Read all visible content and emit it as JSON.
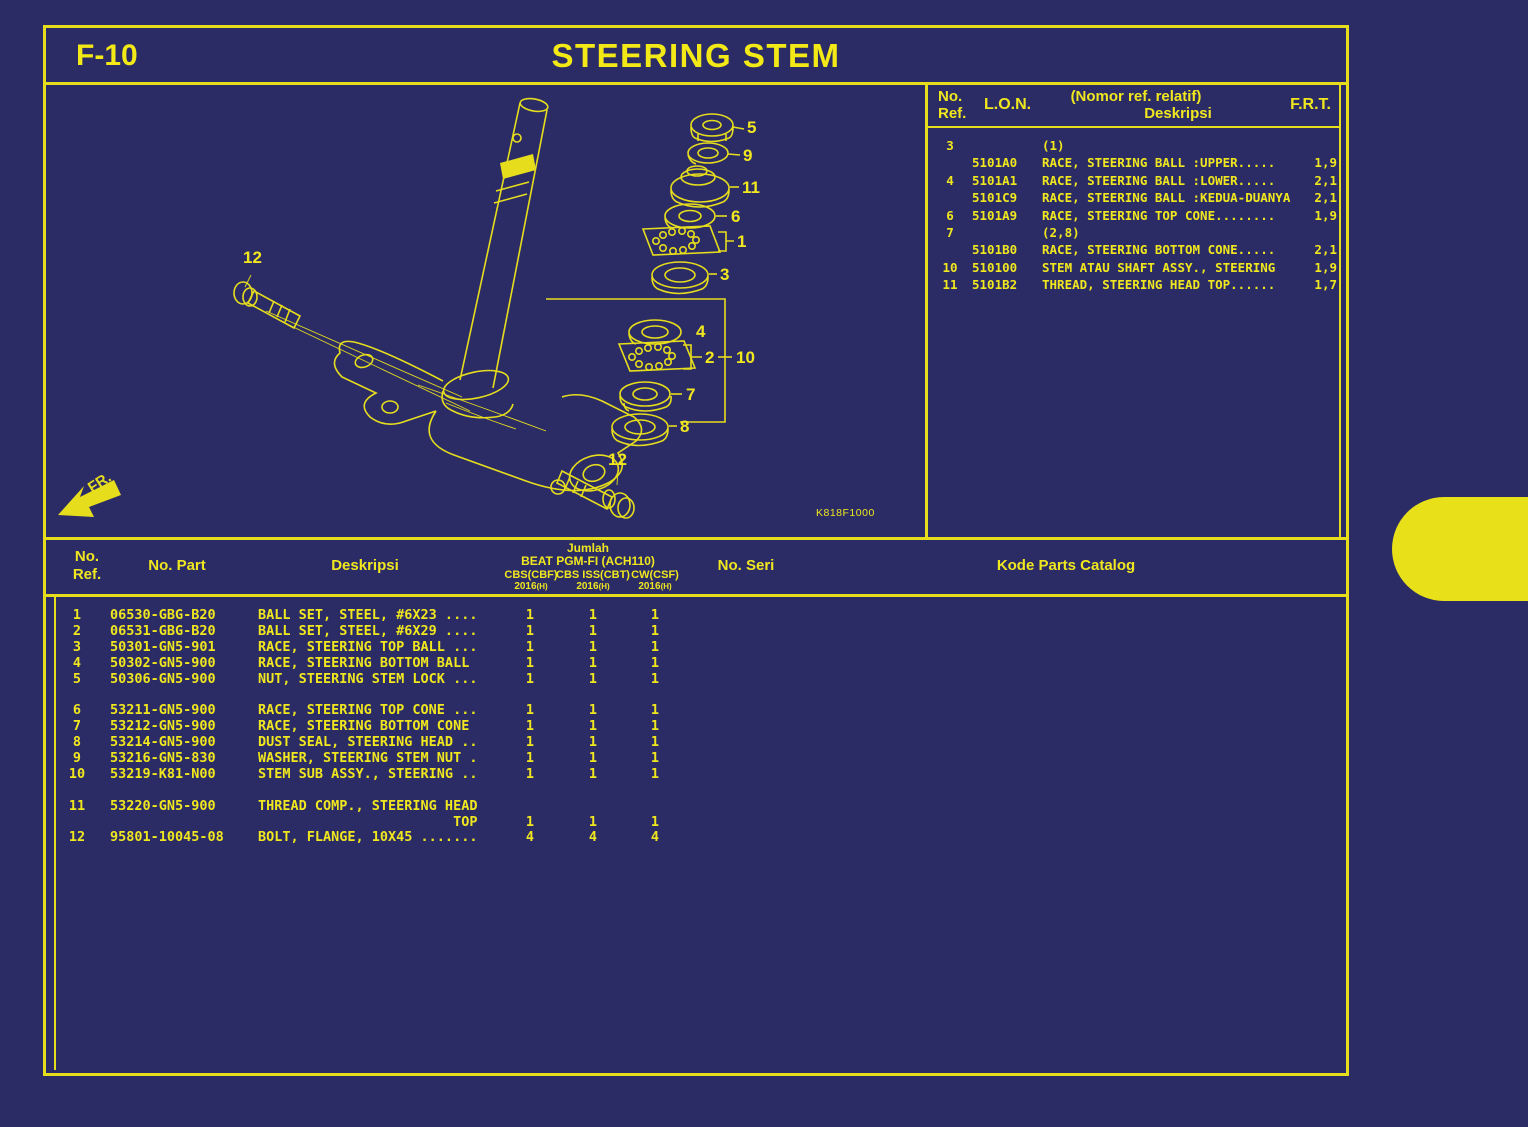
{
  "colors": {
    "background": "#2b2c66",
    "accent_yellow": "#e6dd1d",
    "text_yellow": "#f0e71f"
  },
  "header": {
    "page_code": "F-10",
    "title": "STEERING STEM"
  },
  "ref_table": {
    "headers": {
      "no_line1": "No.",
      "no_line2": "Ref.",
      "lon": "L.O.N.",
      "nomor": "(Nomor ref. relatif)",
      "deskripsi": "Deskripsi",
      "frt": "F.R.T."
    },
    "rows": [
      {
        "ref": "3",
        "lon": "",
        "desc": "(1)",
        "frt": ""
      },
      {
        "ref": "",
        "lon": "5101A0",
        "desc": "RACE, STEERING BALL :UPPER.....",
        "frt": "1,9"
      },
      {
        "ref": "4",
        "lon": "5101A1",
        "desc": "RACE, STEERING BALL :LOWER.....",
        "frt": "2,1"
      },
      {
        "ref": "",
        "lon": "5101C9",
        "desc": "RACE, STEERING BALL :KEDUA-DUANYA",
        "frt": "2,1"
      },
      {
        "ref": "6",
        "lon": "5101A9",
        "desc": "RACE, STEERING TOP CONE........",
        "frt": "1,9"
      },
      {
        "ref": "7",
        "lon": "",
        "desc": "(2,8)",
        "frt": ""
      },
      {
        "ref": "",
        "lon": "5101B0",
        "desc": "RACE, STEERING BOTTOM CONE.....",
        "frt": "2,1"
      },
      {
        "ref": "10",
        "lon": "510100",
        "desc": "STEM ATAU SHAFT ASSY., STEERING",
        "frt": "1,9"
      },
      {
        "ref": "11",
        "lon": "5101B2",
        "desc": "THREAD, STEERING HEAD TOP......",
        "frt": "1,7"
      }
    ]
  },
  "diagram": {
    "drawing_code": "K818F1000",
    "fr_label": "FR.",
    "callouts": {
      "c5": "5",
      "c9": "9",
      "c11": "11",
      "c6": "6",
      "c1": "1",
      "c3": "3",
      "c4": "4",
      "c2": "2",
      "c10": "10",
      "c7": "7",
      "c8": "8",
      "c12a": "12",
      "c12b": "12"
    }
  },
  "parts_table": {
    "headers": {
      "no_line1": "No.",
      "no_line2": "Ref.",
      "no_part": "No. Part",
      "deskripsi": "Deskripsi",
      "jumlah": "Jumlah",
      "model": "BEAT PGM-FI (ACH110)",
      "col1": "CBS(CBF)",
      "col2": "CBS ISS(CBT)",
      "col3": "CW(CSF)",
      "year1": "2016",
      "year2": "2016",
      "year3": "2016",
      "year_suffix": "(H)",
      "no_seri": "No. Seri",
      "kode_parts": "Kode Parts Catalog"
    },
    "rows": [
      {
        "ref": "1",
        "part": "06530-GBG-B20",
        "desc": "BALL SET, STEEL, #6X23 ....",
        "q1": "1",
        "q2": "1",
        "q3": "1"
      },
      {
        "ref": "2",
        "part": "06531-GBG-B20",
        "desc": "BALL SET, STEEL, #6X29 ....",
        "q1": "1",
        "q2": "1",
        "q3": "1"
      },
      {
        "ref": "3",
        "part": "50301-GN5-901",
        "desc": "RACE, STEERING TOP BALL ...",
        "q1": "1",
        "q2": "1",
        "q3": "1"
      },
      {
        "ref": "4",
        "part": "50302-GN5-900",
        "desc": "RACE, STEERING BOTTOM BALL",
        "q1": "1",
        "q2": "1",
        "q3": "1"
      },
      {
        "ref": "5",
        "part": "50306-GN5-900",
        "desc": "NUT, STEERING STEM LOCK ...",
        "q1": "1",
        "q2": "1",
        "q3": "1"
      },
      {
        "ref": "",
        "part": "",
        "desc": "",
        "q1": "",
        "q2": "",
        "q3": ""
      },
      {
        "ref": "6",
        "part": "53211-GN5-900",
        "desc": "RACE, STEERING TOP CONE ...",
        "q1": "1",
        "q2": "1",
        "q3": "1"
      },
      {
        "ref": "7",
        "part": "53212-GN5-900",
        "desc": "RACE, STEERING BOTTOM CONE",
        "q1": "1",
        "q2": "1",
        "q3": "1"
      },
      {
        "ref": "8",
        "part": "53214-GN5-900",
        "desc": "DUST SEAL, STEERING HEAD ..",
        "q1": "1",
        "q2": "1",
        "q3": "1"
      },
      {
        "ref": "9",
        "part": "53216-GN5-830",
        "desc": "WASHER, STEERING STEM NUT .",
        "q1": "1",
        "q2": "1",
        "q3": "1"
      },
      {
        "ref": "10",
        "part": "53219-K81-N00",
        "desc": "STEM SUB ASSY., STEERING ..",
        "q1": "1",
        "q2": "1",
        "q3": "1"
      },
      {
        "ref": "",
        "part": "",
        "desc": "",
        "q1": "",
        "q2": "",
        "q3": ""
      },
      {
        "ref": "11",
        "part": "53220-GN5-900",
        "desc": "THREAD COMP., STEERING HEAD",
        "q1": "",
        "q2": "",
        "q3": ""
      },
      {
        "ref": "",
        "part": "",
        "desc": "                        TOP",
        "q1": "1",
        "q2": "1",
        "q3": "1"
      },
      {
        "ref": "12",
        "part": "95801-10045-08",
        "desc": "BOLT, FLANGE, 10X45 .......",
        "q1": "4",
        "q2": "4",
        "q3": "4"
      }
    ]
  }
}
